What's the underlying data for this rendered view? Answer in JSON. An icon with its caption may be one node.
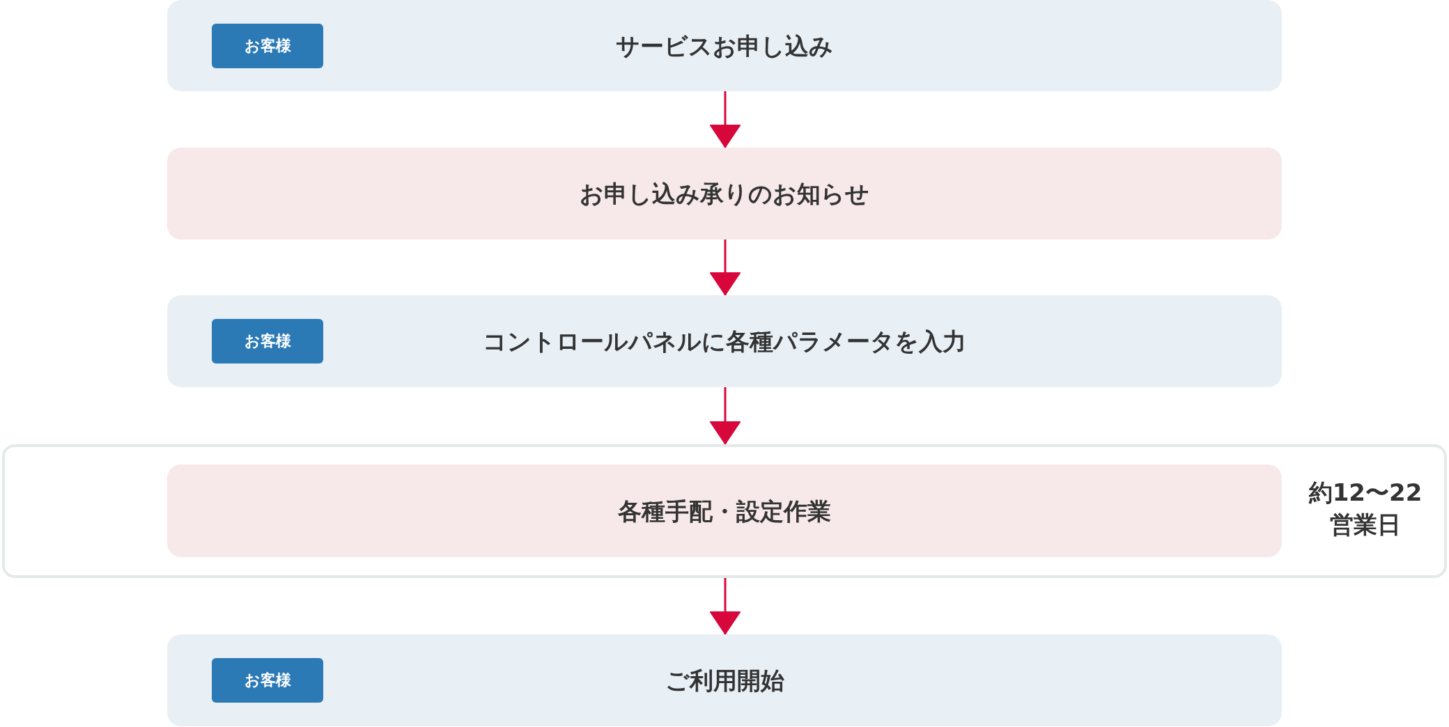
{
  "diagram": {
    "nodes": [
      {
        "text": [
          "お客様",
          "サービスお申し込み"
        ]
      },
      {
        "text": [
          "お申し込み承りのお知らせ"
        ]
      },
      {
        "text": [
          "お客様",
          "コントロールパネルに各種パラメータを入力"
        ]
      },
      {
        "text": [
          "約12〜22営業日"
        ]
      },
      {
        "text": [
          "各種手配・設定作業"
        ],
        "in": 3
      },
      {
        "text": [
          "お客様",
          "ご利用開始"
        ]
      }
    ],
    "edges": [
      {
        "from": 0,
        "to": 1,
        "arrow": "to"
      },
      {
        "from": 1,
        "to": 2,
        "arrow": "to"
      },
      {
        "from": 2,
        "to": 3,
        "arrow": "to"
      },
      {
        "from": 3,
        "to": 5,
        "arrow": "to"
      }
    ]
  }
}
